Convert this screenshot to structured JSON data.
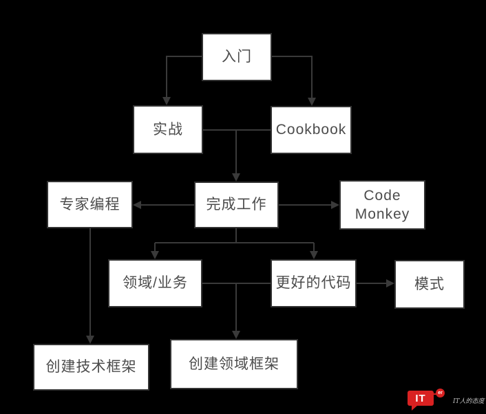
{
  "diagram": {
    "title": "programming-learning-path-flowchart",
    "nodes": [
      {
        "id": "getting-started",
        "label": "入门"
      },
      {
        "id": "practice",
        "label": "实战"
      },
      {
        "id": "cookbook",
        "label": "Cookbook"
      },
      {
        "id": "expert-programming",
        "label": "专家编程"
      },
      {
        "id": "get-work-done",
        "label": "完成工作"
      },
      {
        "id": "code-monkey",
        "label": "Code Monkey"
      },
      {
        "id": "domain-business",
        "label": "领域/业务"
      },
      {
        "id": "better-code",
        "label": "更好的代码"
      },
      {
        "id": "patterns",
        "label": "模式"
      },
      {
        "id": "build-tech-framework",
        "label": "创建技术框架"
      },
      {
        "id": "build-domain-framework",
        "label": "创建领域框架"
      }
    ],
    "edges": [
      {
        "from": "getting-started",
        "to": "practice"
      },
      {
        "from": "getting-started",
        "to": "cookbook"
      },
      {
        "from": "practice+cookbook",
        "to": "get-work-done"
      },
      {
        "from": "get-work-done",
        "to": "expert-programming"
      },
      {
        "from": "get-work-done",
        "to": "code-monkey"
      },
      {
        "from": "get-work-done",
        "to": "domain-business"
      },
      {
        "from": "get-work-done",
        "to": "better-code"
      },
      {
        "from": "expert-programming",
        "to": "build-tech-framework"
      },
      {
        "from": "domain-business+better-code",
        "to": "build-domain-framework"
      },
      {
        "from": "better-code",
        "to": "patterns"
      }
    ]
  },
  "logo": {
    "text": "IT",
    "superscript": "er",
    "tagline": "IT人的态度"
  },
  "colors": {
    "bg": "#000000",
    "node-fill": "#ffffff",
    "node-border": "#333333",
    "node-text": "#4c4c4c",
    "edge": "#3a3a3a",
    "logo-red": "#d92121",
    "tagline": "#c0c0c0"
  }
}
